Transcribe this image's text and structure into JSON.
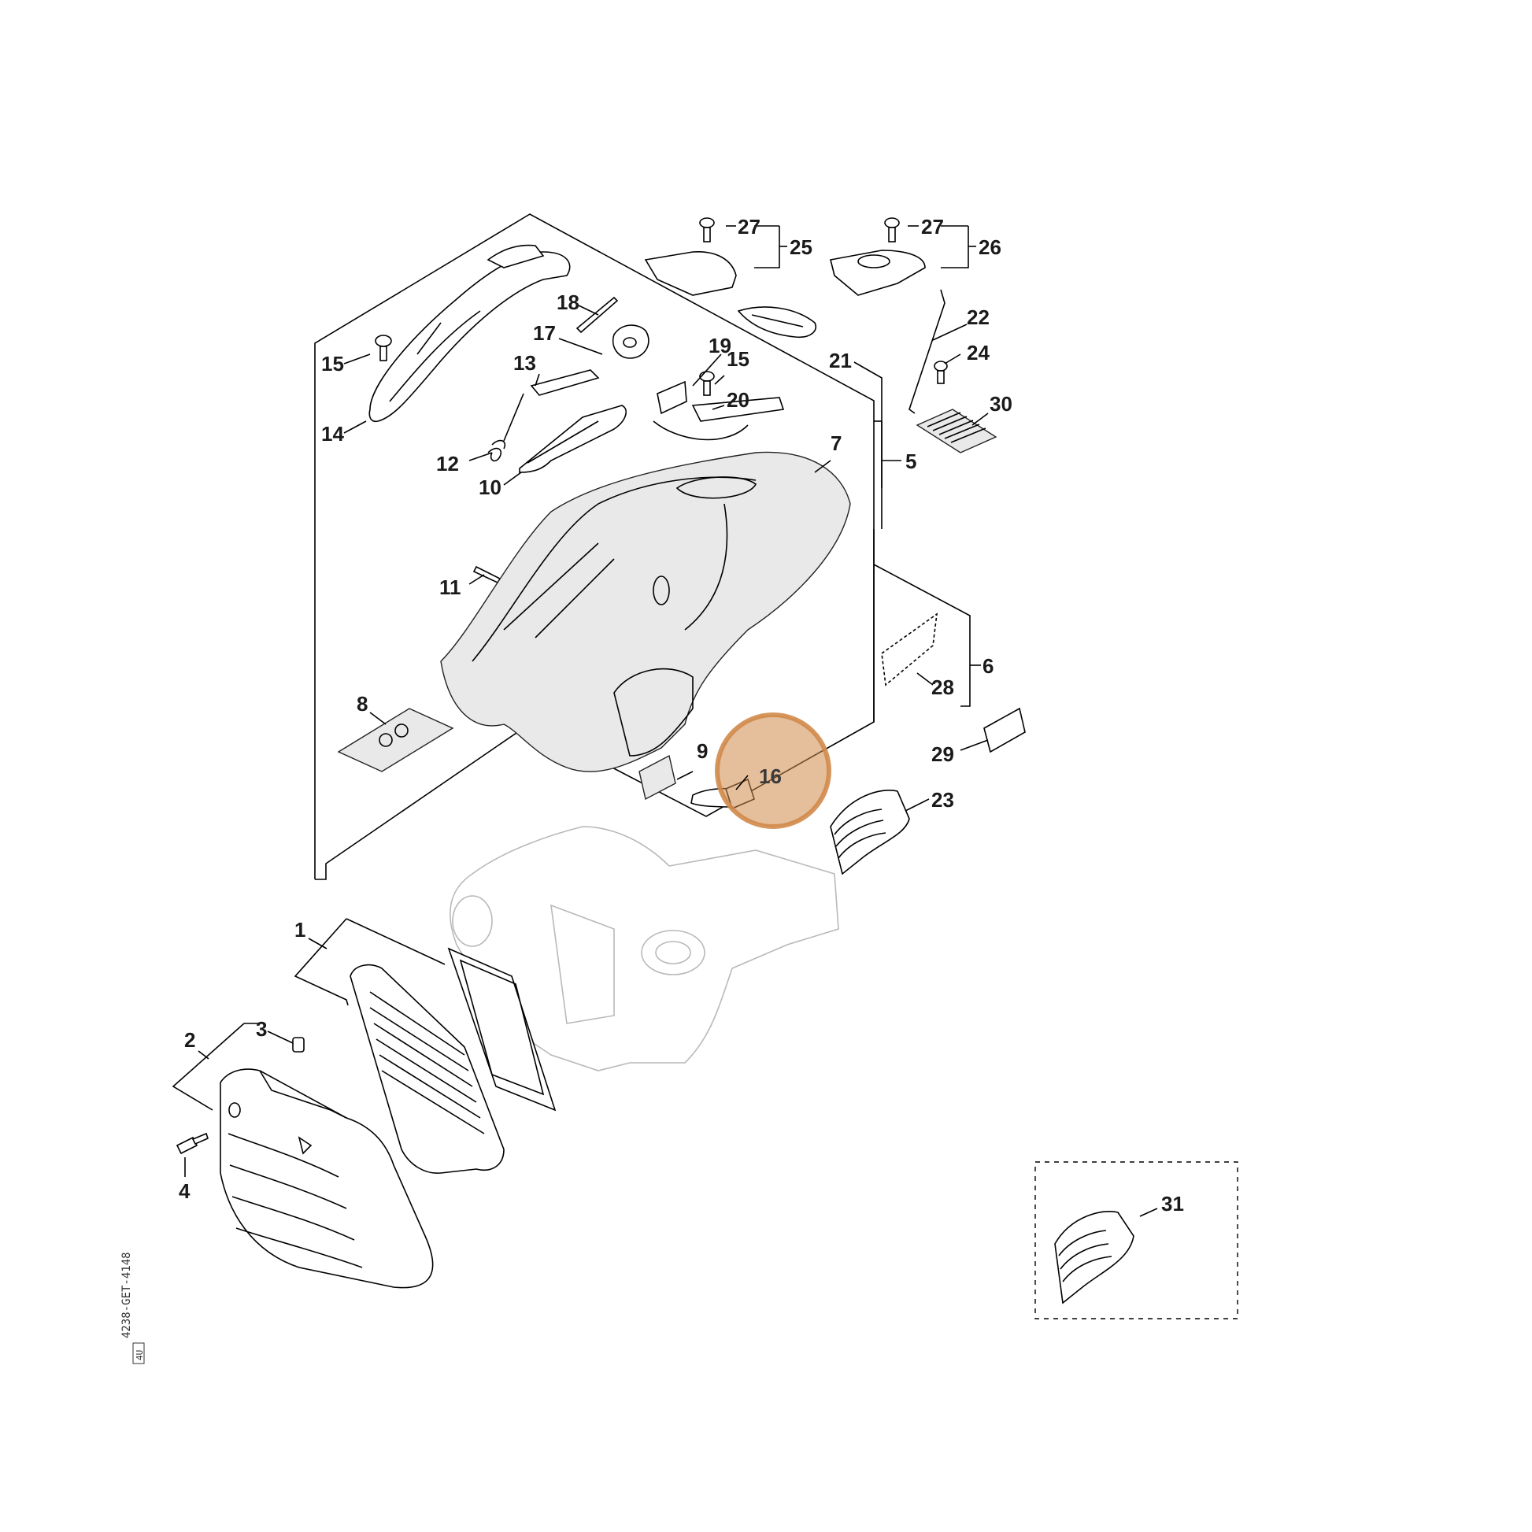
{
  "diagram": {
    "part_numbers": [
      "1",
      "2",
      "3",
      "4",
      "5",
      "6",
      "7",
      "8",
      "9",
      "10",
      "11",
      "12",
      "13",
      "14",
      "15",
      "16",
      "17",
      "18",
      "19",
      "20",
      "21",
      "22",
      "23",
      "24",
      "25",
      "26",
      "27",
      "28",
      "29",
      "30",
      "31"
    ],
    "labels": {
      "p1": "1",
      "p2": "2",
      "p3": "3",
      "p4": "4",
      "p5": "5",
      "p6": "6",
      "p7": "7",
      "p8": "8",
      "p9": "9",
      "p10": "10",
      "p11": "11",
      "p12": "12",
      "p13": "13",
      "p14": "14",
      "p15a": "15",
      "p15b": "15",
      "p16": "16",
      "p17": "17",
      "p18": "18",
      "p19": "19",
      "p20": "20",
      "p21": "21",
      "p22": "22",
      "p23": "23",
      "p24": "24",
      "p25": "25",
      "p26": "26",
      "p27a": "27",
      "p27b": "27",
      "p28": "28",
      "p29": "29",
      "p30": "30",
      "p31": "31"
    },
    "highlighted_part": "16",
    "highlight_color": "#d08a4a",
    "drawing_code": "4238-GET-4148",
    "drawing_code_tag": "4U"
  }
}
